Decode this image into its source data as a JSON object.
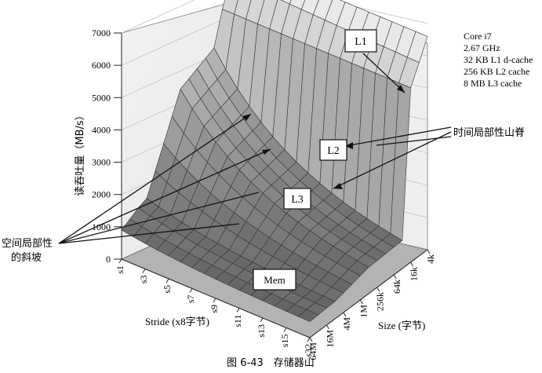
{
  "chart_data": {
    "type": "surface3d",
    "caption": "图 6-43　存储器山",
    "ylabel": "读吞吐量（MB/s）",
    "xlabel_stride": "Stride (x8字节)",
    "xlabel_size": "Size (字节)",
    "y_ticks": [
      "0",
      "1000",
      "2000",
      "3000",
      "4000",
      "5000",
      "6000",
      "7000"
    ],
    "ylim": [
      0,
      7000
    ],
    "stride_ticks": [
      "s1",
      "s3",
      "s5",
      "s7",
      "s9",
      "s11",
      "s13",
      "s15",
      "s32"
    ],
    "size_ticks": [
      "64M",
      "16M",
      "4M",
      "1M",
      "256k",
      "64k",
      "16k",
      "4k"
    ],
    "spec_lines": [
      "Core i7",
      "2.67 GHz",
      "32 KB L1 d-cache",
      "256 KB L2 cache",
      "8 MB L3 cache"
    ],
    "region_labels": {
      "l1": "L1",
      "l2": "L2",
      "l3": "L3",
      "mem": "Mem"
    },
    "annotations": {
      "temporal": "时间局部性山脊",
      "spatial_line1": "空间局部性",
      "spatial_line2": "的斜坡"
    },
    "grid": true
  }
}
